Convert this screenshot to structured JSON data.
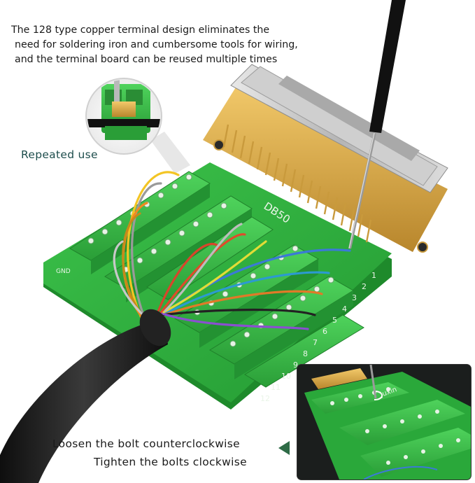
{
  "headline_lines": [
    "The 128 type copper terminal design eliminates the",
    "need for soldering iron and cumbersome tools for wiring,",
    "and the terminal board can be reused multiple times"
  ],
  "callout_label": "Repeated use",
  "instructions": {
    "loosen": "Loosen the bolt counterclockwise",
    "tighten": "Tighten the bolts clockwise"
  },
  "board": {
    "model_label": "DB50",
    "brand_label": "Juxin",
    "ground_label": "GND",
    "pin_numbers": [
      "1",
      "2",
      "3",
      "4",
      "5",
      "6",
      "7",
      "8",
      "9",
      "10",
      "11",
      "12"
    ]
  },
  "colors": {
    "board_green": "#2fb33d",
    "terminal_green": "#3ec54c",
    "cable_black": "#1a1a1a",
    "accent_teal": "#1d4d4c",
    "triangle_green": "#2e6b46"
  },
  "wire_colors": [
    "#f3c524",
    "#9a9a9a",
    "#f28a1f",
    "#c58a1a",
    "#c8c8c8",
    "#d8452b",
    "#e04a2b",
    "#3b7ad6",
    "#2c9ad0",
    "#e07a28",
    "#222222",
    "#8a4fd0",
    "#e2dc36",
    "#bdbdbd"
  ]
}
